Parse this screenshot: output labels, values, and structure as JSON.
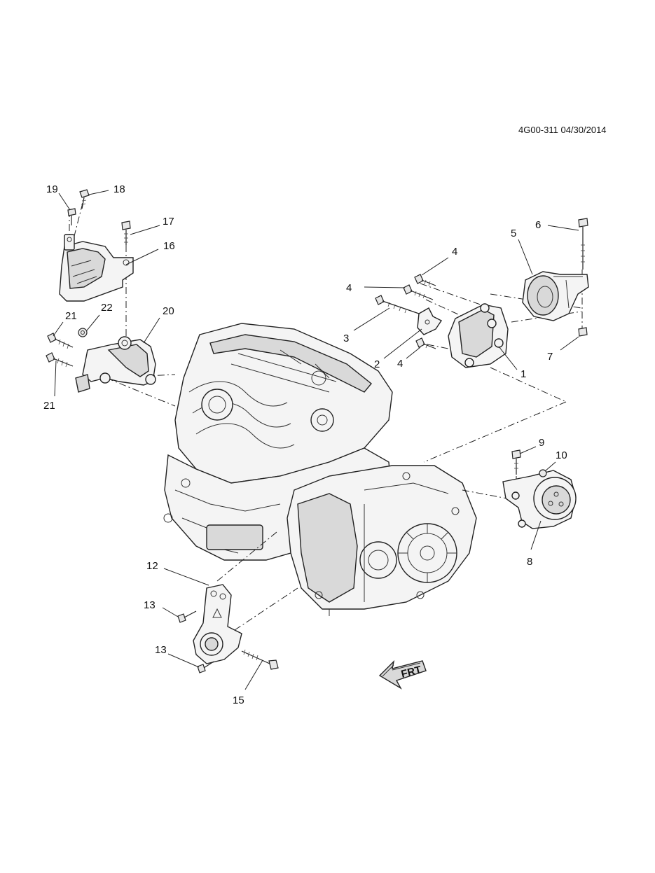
{
  "header": {
    "drawing_id": "4G00-311 04/30/2014"
  },
  "direction_arrow": {
    "label": "FRT"
  },
  "callouts": [
    {
      "id": "c1",
      "text": "1"
    },
    {
      "id": "c2",
      "text": "2"
    },
    {
      "id": "c3",
      "text": "3"
    },
    {
      "id": "c4a",
      "text": "4"
    },
    {
      "id": "c4b",
      "text": "4"
    },
    {
      "id": "c4c",
      "text": "4"
    },
    {
      "id": "c5",
      "text": "5"
    },
    {
      "id": "c6",
      "text": "6"
    },
    {
      "id": "c7",
      "text": "7"
    },
    {
      "id": "c8",
      "text": "8"
    },
    {
      "id": "c9",
      "text": "9"
    },
    {
      "id": "c10",
      "text": "10"
    },
    {
      "id": "c12",
      "text": "12"
    },
    {
      "id": "c13a",
      "text": "13"
    },
    {
      "id": "c13b",
      "text": "13"
    },
    {
      "id": "c15",
      "text": "15"
    },
    {
      "id": "c16",
      "text": "16"
    },
    {
      "id": "c17",
      "text": "17"
    },
    {
      "id": "c18",
      "text": "18"
    },
    {
      "id": "c19",
      "text": "19"
    },
    {
      "id": "c20",
      "text": "20"
    },
    {
      "id": "c21a",
      "text": "21"
    },
    {
      "id": "c21b",
      "text": "21"
    },
    {
      "id": "c22",
      "text": "22"
    }
  ]
}
